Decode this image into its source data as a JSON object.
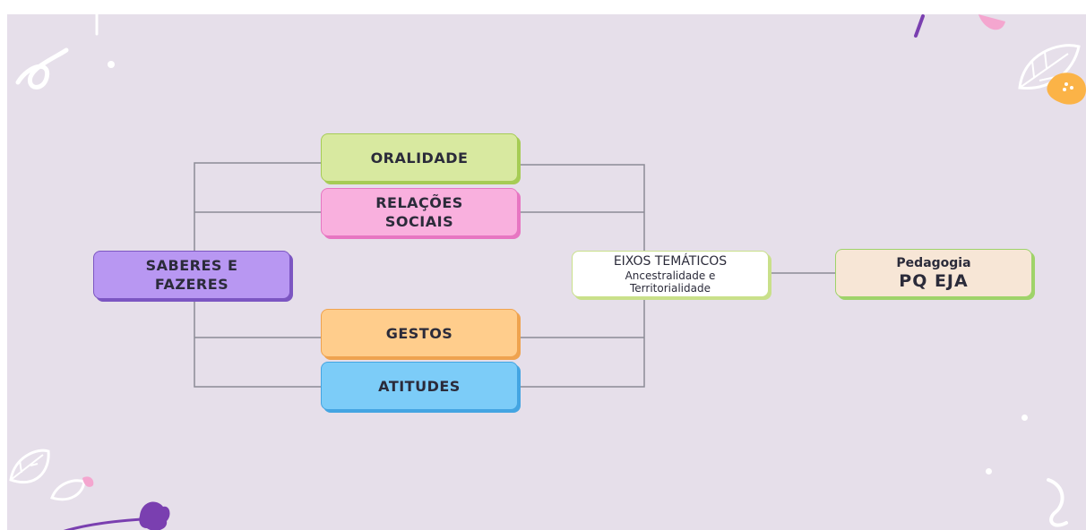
{
  "diagram": {
    "left_node": {
      "label": "SABERES E\nFAZERES",
      "fill": "#b897f2",
      "border": "#7c56c2"
    },
    "branches": [
      {
        "label": "ORALIDADE",
        "fill": "#d8e9a0",
        "border": "#a6cc55"
      },
      {
        "label": "RELAÇÕES\nSOCIAIS",
        "fill": "#f9b0de",
        "border": "#e776c2"
      },
      {
        "label": "GESTOS",
        "fill": "#ffcd8c",
        "border": "#efa34f"
      },
      {
        "label": "ATITUDES",
        "fill": "#7cccf8",
        "border": "#44a5e2"
      }
    ],
    "center_node": {
      "title": "EIXOS TEMÁTICOS",
      "subtitle": "Ancestralidade e\nTerritorialidade",
      "fill": "#ffffff",
      "border": "#c9e08a"
    },
    "right_node": {
      "line1": "Pedagogia",
      "line2": "PQ EJA",
      "fill": "#f7e6d6",
      "border": "#9fd36a"
    },
    "connector_color": "#8c8c96"
  }
}
